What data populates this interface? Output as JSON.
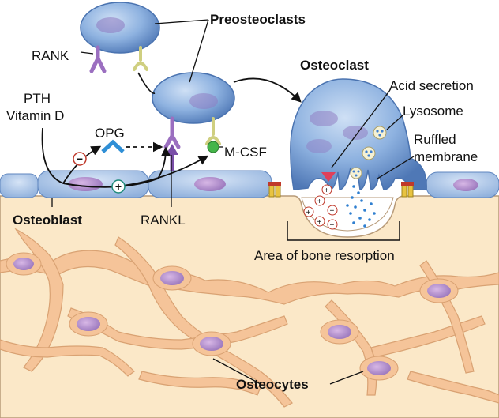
{
  "labels": {
    "preosteoclasts": "Preosteoclasts",
    "rank": "RANK",
    "pth": "PTH",
    "vitamin_d": "Vitamin D",
    "opg": "OPG",
    "m_csf": "M-CSF",
    "osteoblast": "Osteoblast",
    "rankl": "RANKL",
    "osteoclast": "Osteoclast",
    "acid_secretion": "Acid secretion",
    "lysosome": "Lysosome",
    "ruffled": "Ruffled",
    "membrane": "membrane",
    "area_of_bone_resorption": "Area of bone resorption",
    "osteocytes": "Osteocytes"
  },
  "symbols": {
    "minus": "−",
    "plus": "+"
  },
  "colors": {
    "bone": "#fbe8c8",
    "bone_line": "#e9c79c",
    "osteocyte": "#f4c39a",
    "osteocyte_nucleus": "#c9a3d8",
    "cell_blue": "#7fa6d8",
    "cell_blue_dark": "#5a82bd",
    "lining": "#a9c3e8",
    "rank_purple": "#9b6fc0",
    "mcsf_green": "#44b549",
    "receptor_yellow": "#d8d48a",
    "opg_blue": "#2f8fd6",
    "acid_red": "#e0405a",
    "lysosome_blue": "#3f7fd0"
  },
  "icons": [
    "minus-sign-icon",
    "plus-sign-icon",
    "receptor-icon",
    "arrow-icon"
  ]
}
